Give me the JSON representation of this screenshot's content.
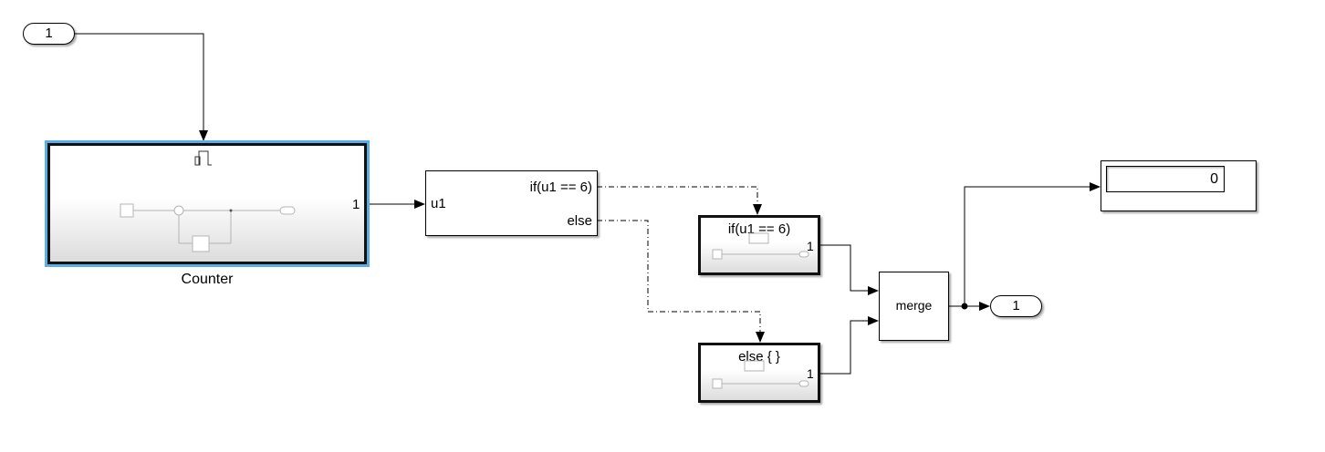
{
  "inport": {
    "label": "1"
  },
  "counter": {
    "name": "Counter",
    "out_port": "1",
    "selected_color": "#5aaee8"
  },
  "if_block": {
    "in_port": "u1",
    "out_if": "if(u1 == 6)",
    "out_else": "else"
  },
  "if_action": {
    "label": "if(u1 == 6)",
    "out_port": "1"
  },
  "else_action": {
    "label": "else { }",
    "out_port": "1"
  },
  "merge": {
    "label": "merge"
  },
  "outport": {
    "label": "1"
  },
  "display": {
    "value": "0"
  }
}
